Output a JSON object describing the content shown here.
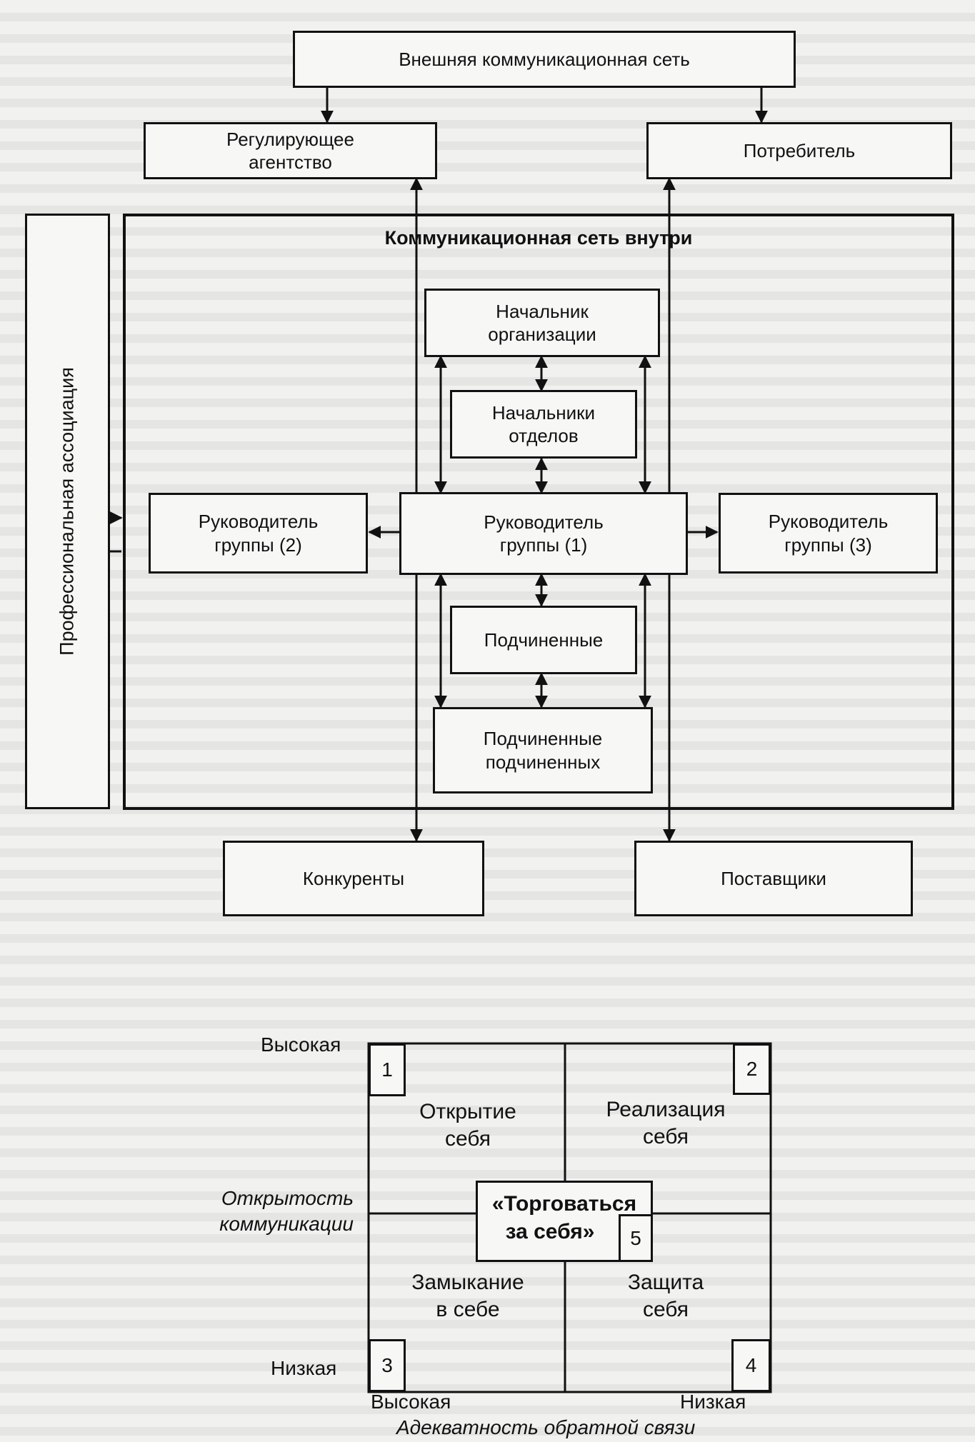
{
  "top_diagram": {
    "external_network": "Внешняя коммуникационная сеть",
    "regulating_agency": [
      "Регулирующее",
      "агентство"
    ],
    "consumer": "Потребитель",
    "internal_network_title": "Коммуникационная сеть внутри",
    "head_of_organization": [
      "Начальник",
      "организации"
    ],
    "heads_of_departments": [
      "Начальники",
      "отделов"
    ],
    "group_leader_1": [
      "Руководитель",
      "группы (1)"
    ],
    "group_leader_2": [
      "Руководитель",
      "группы (2)"
    ],
    "group_leader_3": [
      "Руководитель",
      "группы (3)"
    ],
    "subordinates": "Подчиненные",
    "subordinates_of_subordinates": [
      "Подчиненные",
      "подчиненных"
    ],
    "professional_association": "Профессиональная ассоциация",
    "competitors": "Конкуренты",
    "suppliers": "Поставщики"
  },
  "matrix": {
    "y_high": "Высокая",
    "y_low": "Низкая",
    "y_axis": [
      "Открытость",
      "коммуникации"
    ],
    "x_high": "Высокая",
    "x_low": "Низкая",
    "x_axis": "Адекватность обратной связи",
    "q1_num": "1",
    "q1_text": [
      "Открытие",
      "себя"
    ],
    "q2_num": "2",
    "q2_text": [
      "Реализация",
      "себя"
    ],
    "q3_num": "3",
    "q3_text": [
      "Замыкание",
      "в себе"
    ],
    "q4_num": "4",
    "q4_text": [
      "Защита",
      "себя"
    ],
    "q5_num": "5",
    "q5_text": [
      "«Торговаться",
      "за себя»"
    ]
  }
}
